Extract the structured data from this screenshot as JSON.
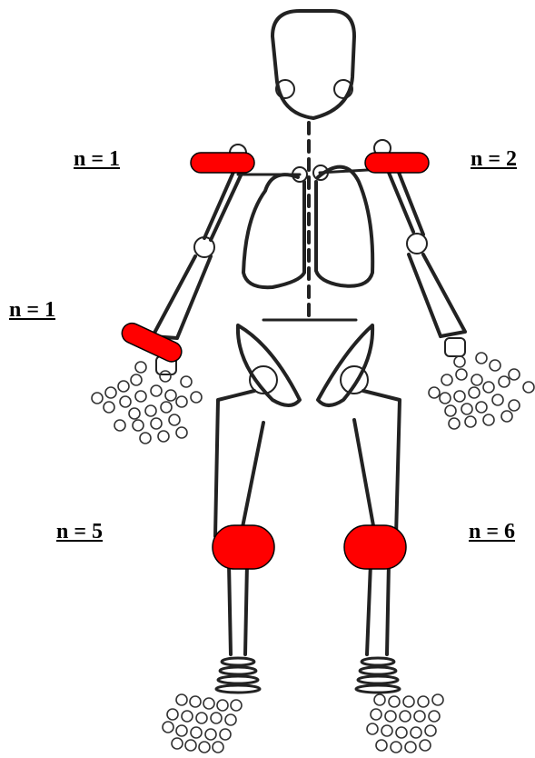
{
  "labels": {
    "left_shoulder": "n = 1",
    "right_shoulder": "n = 2",
    "left_wrist": "n = 1",
    "left_knee": "n = 5",
    "right_knee": "n = 6"
  },
  "counts": {
    "left_shoulder": 1,
    "right_shoulder": 2,
    "left_wrist": 1,
    "left_knee": 5,
    "right_knee": 6
  },
  "colors": {
    "highlight": "#ff0000",
    "outline": "#000000",
    "background": "#ffffff"
  }
}
